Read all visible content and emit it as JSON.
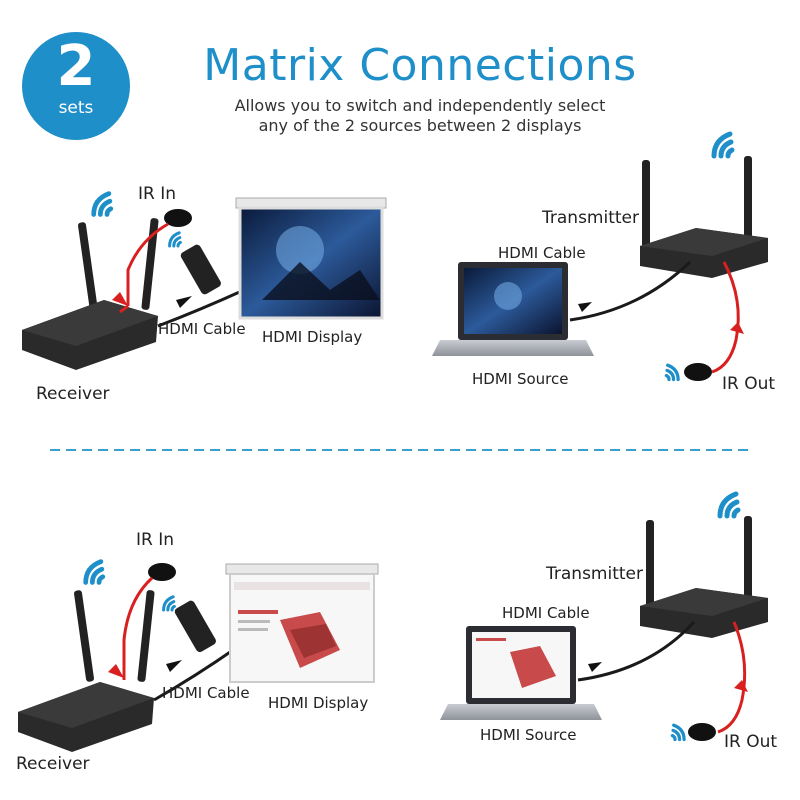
{
  "badge": {
    "number": "2",
    "unit": "sets"
  },
  "header": {
    "title": "Matrix Connections",
    "subtitle_line1": "Allows you to switch and independently select",
    "subtitle_line2": "any of the 2 sources between 2 displays"
  },
  "top": {
    "ir_in": "IR In",
    "receiver": "Receiver",
    "hdmi_cable_left": "HDMI Cable",
    "hdmi_display": "HDMI Display",
    "transmitter": "Transmitter",
    "hdmi_cable_right": "HDMI Cable",
    "hdmi_source": "HDMI Source",
    "ir_out": "IR Out"
  },
  "bottom": {
    "ir_in": "IR In",
    "receiver": "Receiver",
    "hdmi_cable_left": "HDMI Cable",
    "hdmi_display": "HDMI Display",
    "transmitter": "Transmitter",
    "hdmi_cable_right": "HDMI Cable",
    "hdmi_source": "HDMI Source",
    "ir_out": "IR Out"
  },
  "colors": {
    "accent": "#1e8fc9",
    "divider": "#3aa0d0",
    "ir_cable": "#d92020",
    "device": "#2a2a2a"
  }
}
